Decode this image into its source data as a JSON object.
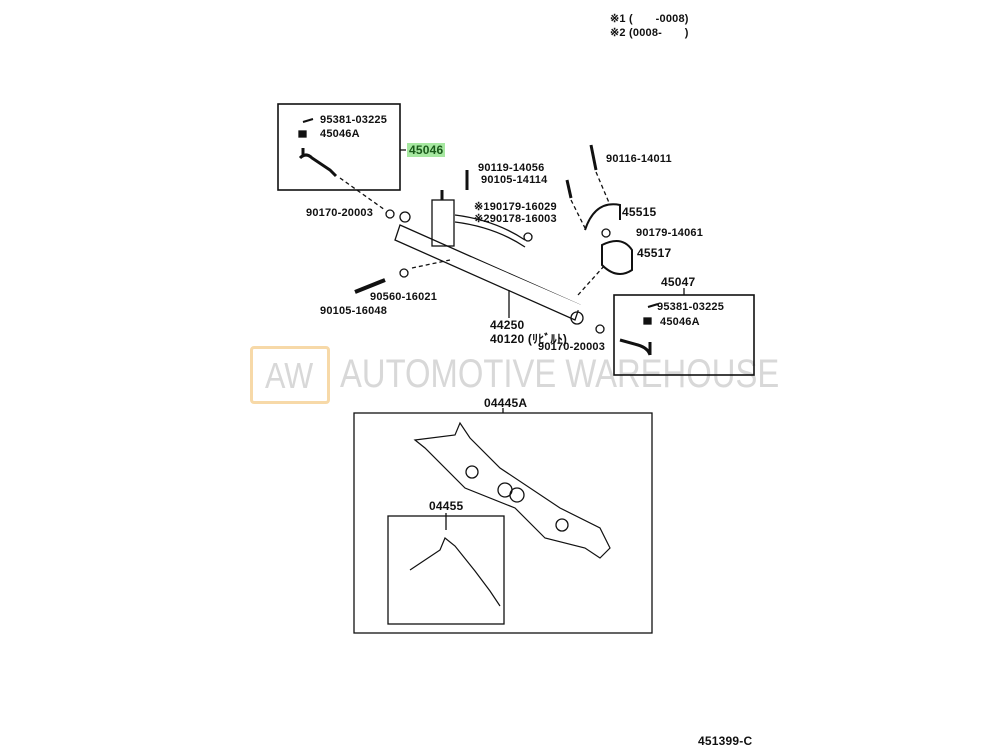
{
  "header": {
    "note1_mark": "※1",
    "note1_range": "(       -0008)",
    "note2_mark": "※2",
    "note2_range": "(0008-       )"
  },
  "watermark": {
    "logo": "AW",
    "text": "AUTOMOTIVE WAREHOUSE"
  },
  "parts": {
    "p95381_left": "95381-03225",
    "p45046A_left": "45046A",
    "p45046": "45046",
    "p90119": "90119-14056",
    "p90105_14114": "90105-14114",
    "p90116": "90116-14011",
    "p90170_left": "90170-20003",
    "p90179_16029": "※190179-16029",
    "p90178_16003": "※290178-16003",
    "p45515": "45515",
    "p90179_14061": "90179-14061",
    "p45517": "45517",
    "p45047": "45047",
    "p95381_right": "95381-03225",
    "p45046A_right": "45046A",
    "p90560": "90560-16021",
    "p90105_16048": "90105-16048",
    "p44250": "44250",
    "p40120": "40120 (ﾘﾋﾞﾙﾄ)",
    "p90170_right": "90170-20003",
    "p04445A": "04445A",
    "p04455": "04455"
  },
  "footer": {
    "diagram_id": "451399-C"
  },
  "colors": {
    "highlight": "#a6e8a0"
  }
}
